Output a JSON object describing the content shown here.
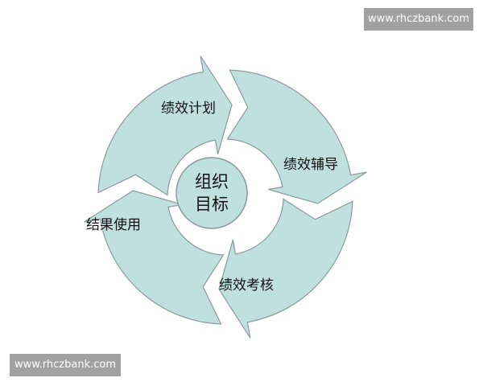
{
  "colors": {
    "fill": "#bfe0df",
    "stroke": "#8a9a9a"
  },
  "segments": [
    {
      "label": "绩效计划"
    },
    {
      "label": "绩效辅导"
    },
    {
      "label": "绩效考核"
    },
    {
      "label": "结果使用"
    }
  ],
  "center": {
    "line1": "组织",
    "line2": "目标"
  },
  "watermarks": {
    "top": "www.rhczbank.com",
    "bottom": "www.rhczbank.com"
  }
}
